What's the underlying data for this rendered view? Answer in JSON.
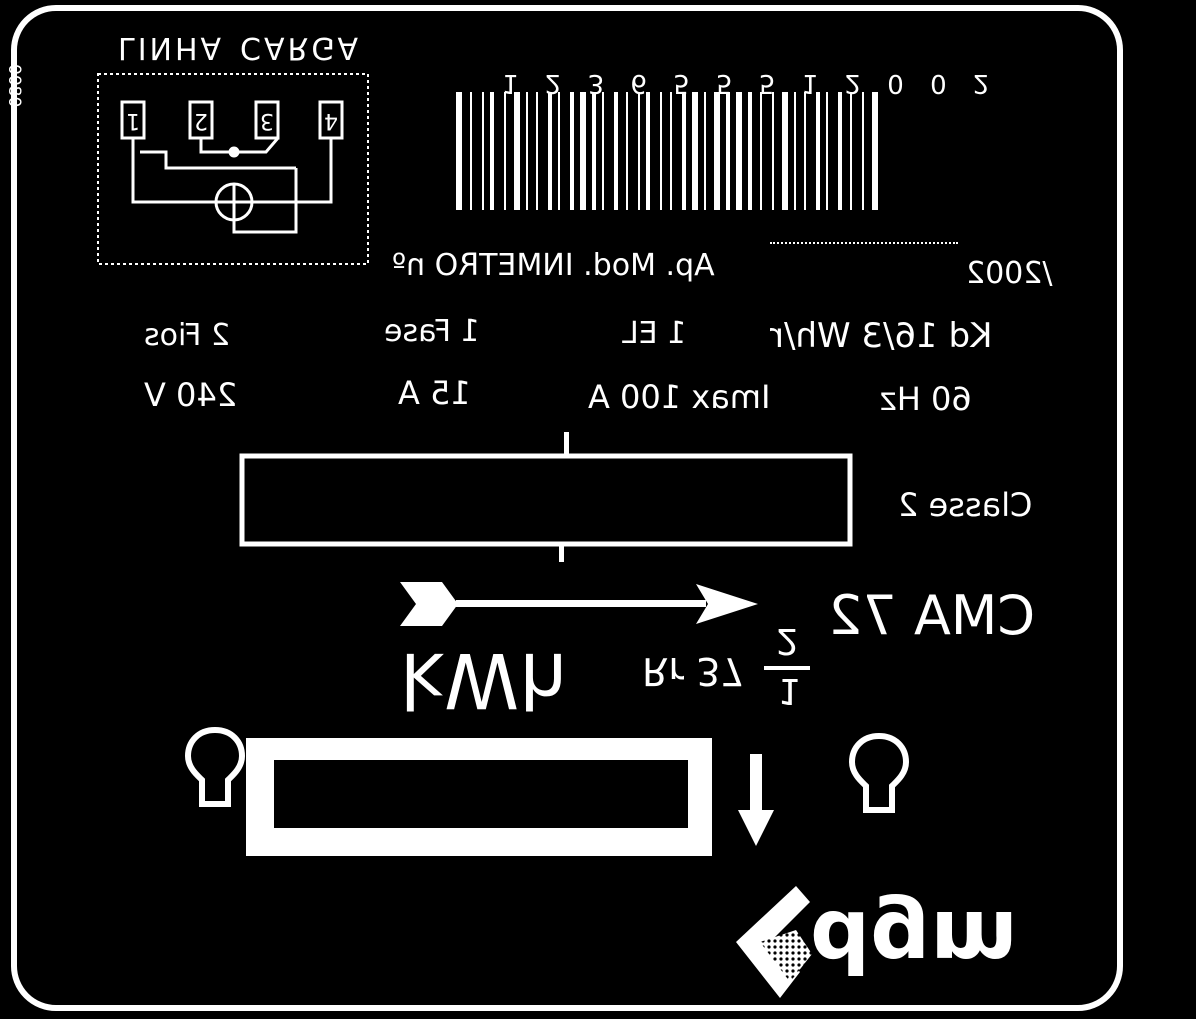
{
  "wiring": {
    "side_code": "0080",
    "linha_label": "LINHA",
    "carga_label": "CARGA",
    "terminals": [
      "1",
      "2",
      "3",
      "4"
    ]
  },
  "barcode": {
    "digits": "1 2 3 6 5 5 5 1 2 0 0 2"
  },
  "approval": {
    "text": "Ap. Mod. INMETRO nº",
    "year": "/2002"
  },
  "specs_row1": {
    "wires": "2 Fios",
    "phase": "1 Fase",
    "element": "1 EL",
    "kd": "Kd 16/3 Wh/r"
  },
  "specs_row2": {
    "voltage": "240 V",
    "current": "15 A",
    "imax": "Imax 100 A",
    "frequency": "60 Hz"
  },
  "class_label": "Classe 2",
  "model": "CMA 72",
  "unit": "kWh",
  "ratio": {
    "prefix": "Rr 37",
    "numerator": "2",
    "denominator": "1"
  },
  "brand": "dgm",
  "colors": {
    "background": "#000000",
    "foreground": "#ffffff"
  }
}
